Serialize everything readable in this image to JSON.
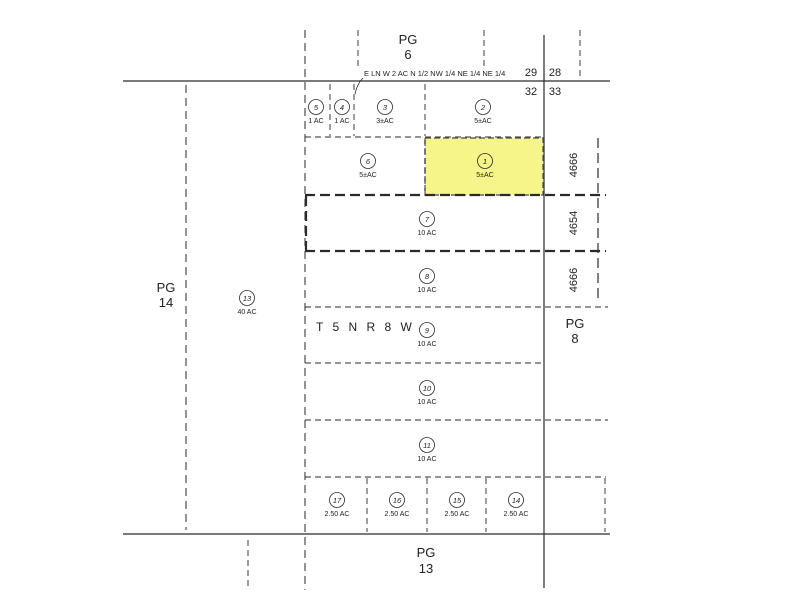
{
  "page_labels": {
    "pg6": [
      "PG",
      "6"
    ],
    "pg14": [
      "PG",
      "14"
    ],
    "pg8": [
      "PG",
      "8"
    ],
    "pg13": [
      "PG",
      "13"
    ]
  },
  "legal_description": "E LN W 2 AC N 1/2 NW 1/4 NE 1/4 NE 1/4",
  "section_numbers": {
    "nw": "29",
    "ne": "28",
    "sw": "32",
    "se": "33"
  },
  "township": "T 5 N R 8 W",
  "road_numbers": [
    "4666",
    "4654",
    "4666"
  ],
  "highlight_color": "#f5f58a",
  "parcels": [
    {
      "number": "5",
      "acreage": "1 AC"
    },
    {
      "number": "4",
      "acreage": "1 AC"
    },
    {
      "number": "3",
      "acreage": "3±AC"
    },
    {
      "number": "2",
      "acreage": "5±AC"
    },
    {
      "number": "6",
      "acreage": "5±AC"
    },
    {
      "number": "1",
      "acreage": "5±AC",
      "highlighted": true
    },
    {
      "number": "7",
      "acreage": "10 AC"
    },
    {
      "number": "8",
      "acreage": "10 AC"
    },
    {
      "number": "13",
      "acreage": "40 AC"
    },
    {
      "number": "9",
      "acreage": "10 AC"
    },
    {
      "number": "10",
      "acreage": "10 AC"
    },
    {
      "number": "11",
      "acreage": "10 AC"
    },
    {
      "number": "17",
      "acreage": "2.50 AC"
    },
    {
      "number": "16",
      "acreage": "2.50 AC"
    },
    {
      "number": "15",
      "acreage": "2.50 AC"
    },
    {
      "number": "14",
      "acreage": "2.50 AC"
    }
  ]
}
